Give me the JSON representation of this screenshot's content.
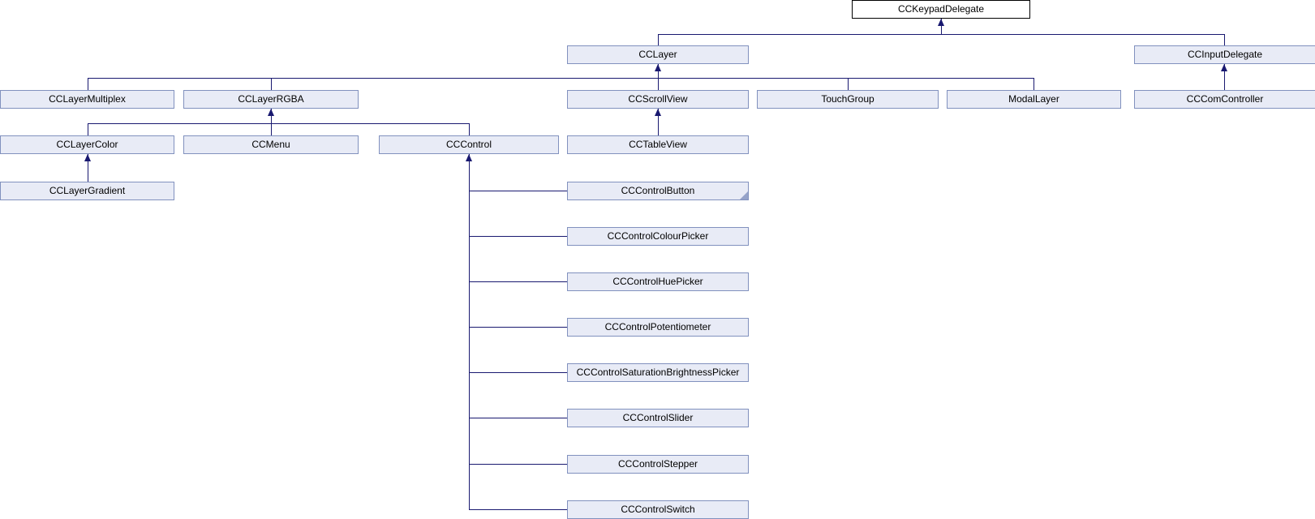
{
  "diagram_type": "class-inheritance-graph",
  "colors": {
    "node_fill": "#E8EBF6",
    "node_border": "#8191BE",
    "root_node_fill": "#FFFFFF",
    "root_node_border": "#000000",
    "edge": "#191970",
    "text": "#000000",
    "fold_marker": "#96A3C9",
    "background": "#FFFFFF"
  },
  "nodes": {
    "cckeypaddelegate": {
      "label": "CCKeypadDelegate"
    },
    "cclayer": {
      "label": "CCLayer"
    },
    "ccinputdelegate": {
      "label": "CCInputDelegate"
    },
    "cclayermultiplex": {
      "label": "CCLayerMultiplex"
    },
    "cclayerrgba": {
      "label": "CCLayerRGBA"
    },
    "ccscrollview": {
      "label": "CCScrollView"
    },
    "touchgroup": {
      "label": "TouchGroup"
    },
    "modallayer": {
      "label": "ModalLayer"
    },
    "cccomcontroller": {
      "label": "CCComController"
    },
    "cclayercolor": {
      "label": "CCLayerColor"
    },
    "ccmenu": {
      "label": "CCMenu"
    },
    "cccontrol": {
      "label": "CCControl"
    },
    "cctableview": {
      "label": "CCTableView"
    },
    "cclayergradient": {
      "label": "CCLayerGradient"
    },
    "cccontrolbutton": {
      "label": "CCControlButton",
      "truncated": true
    },
    "cccontrolcolourpicker": {
      "label": "CCControlColourPicker"
    },
    "cccontrolhuepicker": {
      "label": "CCControlHuePicker"
    },
    "cccontrolpotentiometer": {
      "label": "CCControlPotentiometer"
    },
    "cccontrolsaturationbrightnesspicker": {
      "label": "CCControlSaturationBrightnessPicker"
    },
    "cccontrolslider": {
      "label": "CCControlSlider"
    },
    "cccontrolstepper": {
      "label": "CCControlStepper"
    },
    "cccontrolswitch": {
      "label": "CCControlSwitch"
    }
  },
  "edges": [
    {
      "child": "CCLayer",
      "parent": "CCKeypadDelegate"
    },
    {
      "child": "CCInputDelegate",
      "parent": "CCKeypadDelegate"
    },
    {
      "child": "CCLayerMultiplex",
      "parent": "CCLayer"
    },
    {
      "child": "CCLayerRGBA",
      "parent": "CCLayer"
    },
    {
      "child": "CCScrollView",
      "parent": "CCLayer"
    },
    {
      "child": "TouchGroup",
      "parent": "CCLayer"
    },
    {
      "child": "ModalLayer",
      "parent": "CCLayer"
    },
    {
      "child": "CCComController",
      "parent": "CCInputDelegate"
    },
    {
      "child": "CCLayerColor",
      "parent": "CCLayerRGBA"
    },
    {
      "child": "CCMenu",
      "parent": "CCLayerRGBA"
    },
    {
      "child": "CCControl",
      "parent": "CCLayerRGBA"
    },
    {
      "child": "CCTableView",
      "parent": "CCScrollView"
    },
    {
      "child": "CCLayerGradient",
      "parent": "CCLayerColor"
    },
    {
      "child": "CCControlButton",
      "parent": "CCControl"
    },
    {
      "child": "CCControlColourPicker",
      "parent": "CCControl"
    },
    {
      "child": "CCControlHuePicker",
      "parent": "CCControl"
    },
    {
      "child": "CCControlPotentiometer",
      "parent": "CCControl"
    },
    {
      "child": "CCControlSaturationBrightnessPicker",
      "parent": "CCControl"
    },
    {
      "child": "CCControlSlider",
      "parent": "CCControl"
    },
    {
      "child": "CCControlStepper",
      "parent": "CCControl"
    },
    {
      "child": "CCControlSwitch",
      "parent": "CCControl"
    }
  ]
}
